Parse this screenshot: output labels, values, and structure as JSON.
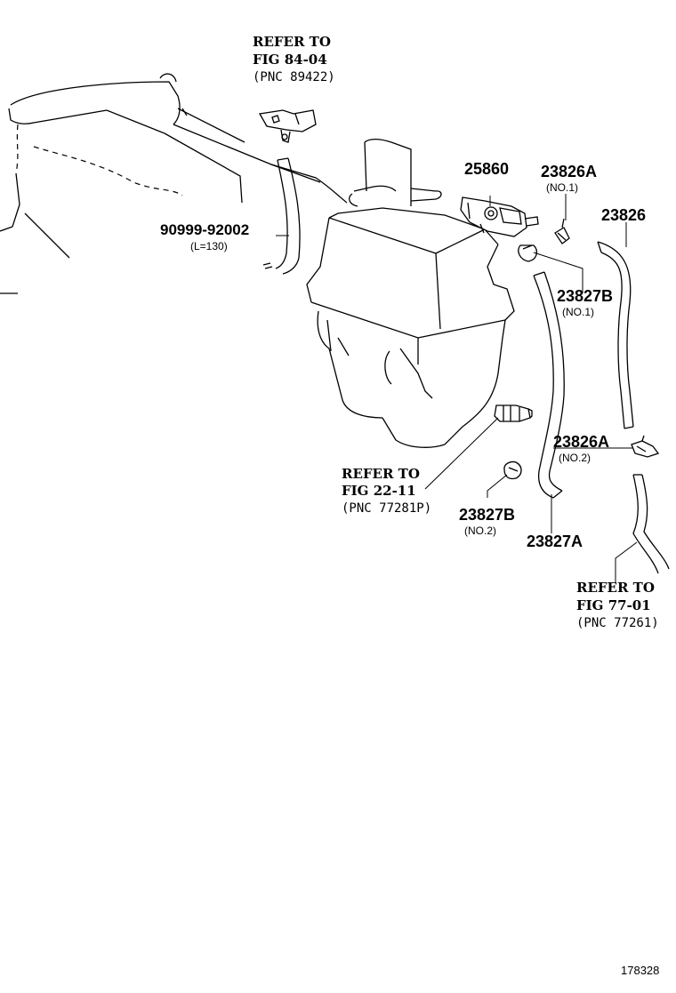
{
  "references": [
    {
      "id": "ref-84-04",
      "line1": "REFER TO",
      "line2": "FIG 84-04",
      "line3": "(PNC 89422)"
    },
    {
      "id": "ref-22-11",
      "line1": "REFER TO",
      "line2": "FIG 22-11",
      "line3": "(PNC 77281P)"
    },
    {
      "id": "ref-77-01",
      "line1": "REFER TO",
      "line2": "FIG 77-01",
      "line3": "(PNC 77261)"
    }
  ],
  "parts": [
    {
      "id": "p-90999",
      "number": "90999-92002",
      "note": "(L=130)"
    },
    {
      "id": "p-25860",
      "number": "25860",
      "note": ""
    },
    {
      "id": "p-23826a-1",
      "number": "23826A",
      "note": "(NO.1)"
    },
    {
      "id": "p-23826",
      "number": "23826",
      "note": ""
    },
    {
      "id": "p-23827b-1",
      "number": "23827B",
      "note": "(NO.1)"
    },
    {
      "id": "p-23826a-2",
      "number": "23826A",
      "note": "(NO.2)"
    },
    {
      "id": "p-23827b-2",
      "number": "23827B",
      "note": "(NO.2)"
    },
    {
      "id": "p-23827a",
      "number": "23827A",
      "note": ""
    }
  ],
  "figure_number": "178328"
}
